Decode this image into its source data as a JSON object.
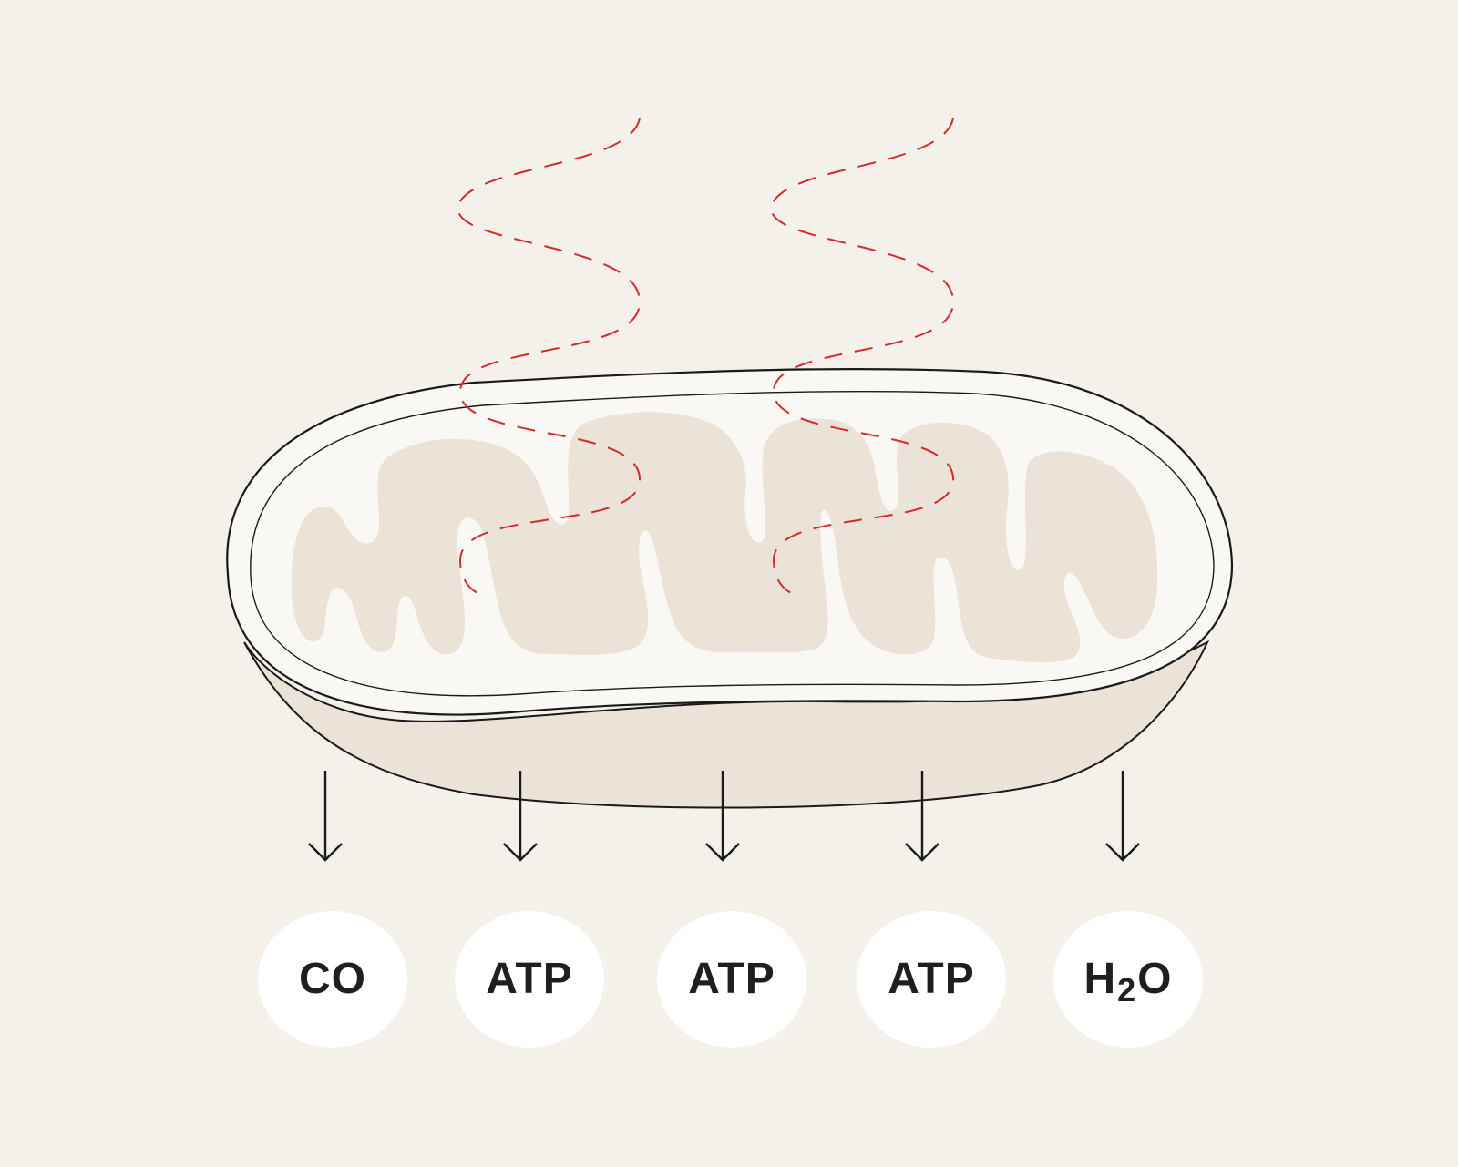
{
  "colors": {
    "background": "#f4f0ea",
    "outer_membrane": "#faf8f4",
    "matrix": "#ebe2d8",
    "cristae": "#ebe2d8",
    "outline": "#1a1a1a",
    "heat_wave": "#d42a2a",
    "product_circle": "#ffffff"
  },
  "products": [
    {
      "text": "CO"
    },
    {
      "text": "ATP"
    },
    {
      "text": "ATP"
    },
    {
      "text": "ATP"
    },
    {
      "main": "H",
      "sub": "2",
      "tail": "O"
    }
  ],
  "icons": {
    "heat_waves": "wavy-heat-icon",
    "arrow": "arrow-down-icon",
    "organelle": "mitochondrion-icon"
  }
}
